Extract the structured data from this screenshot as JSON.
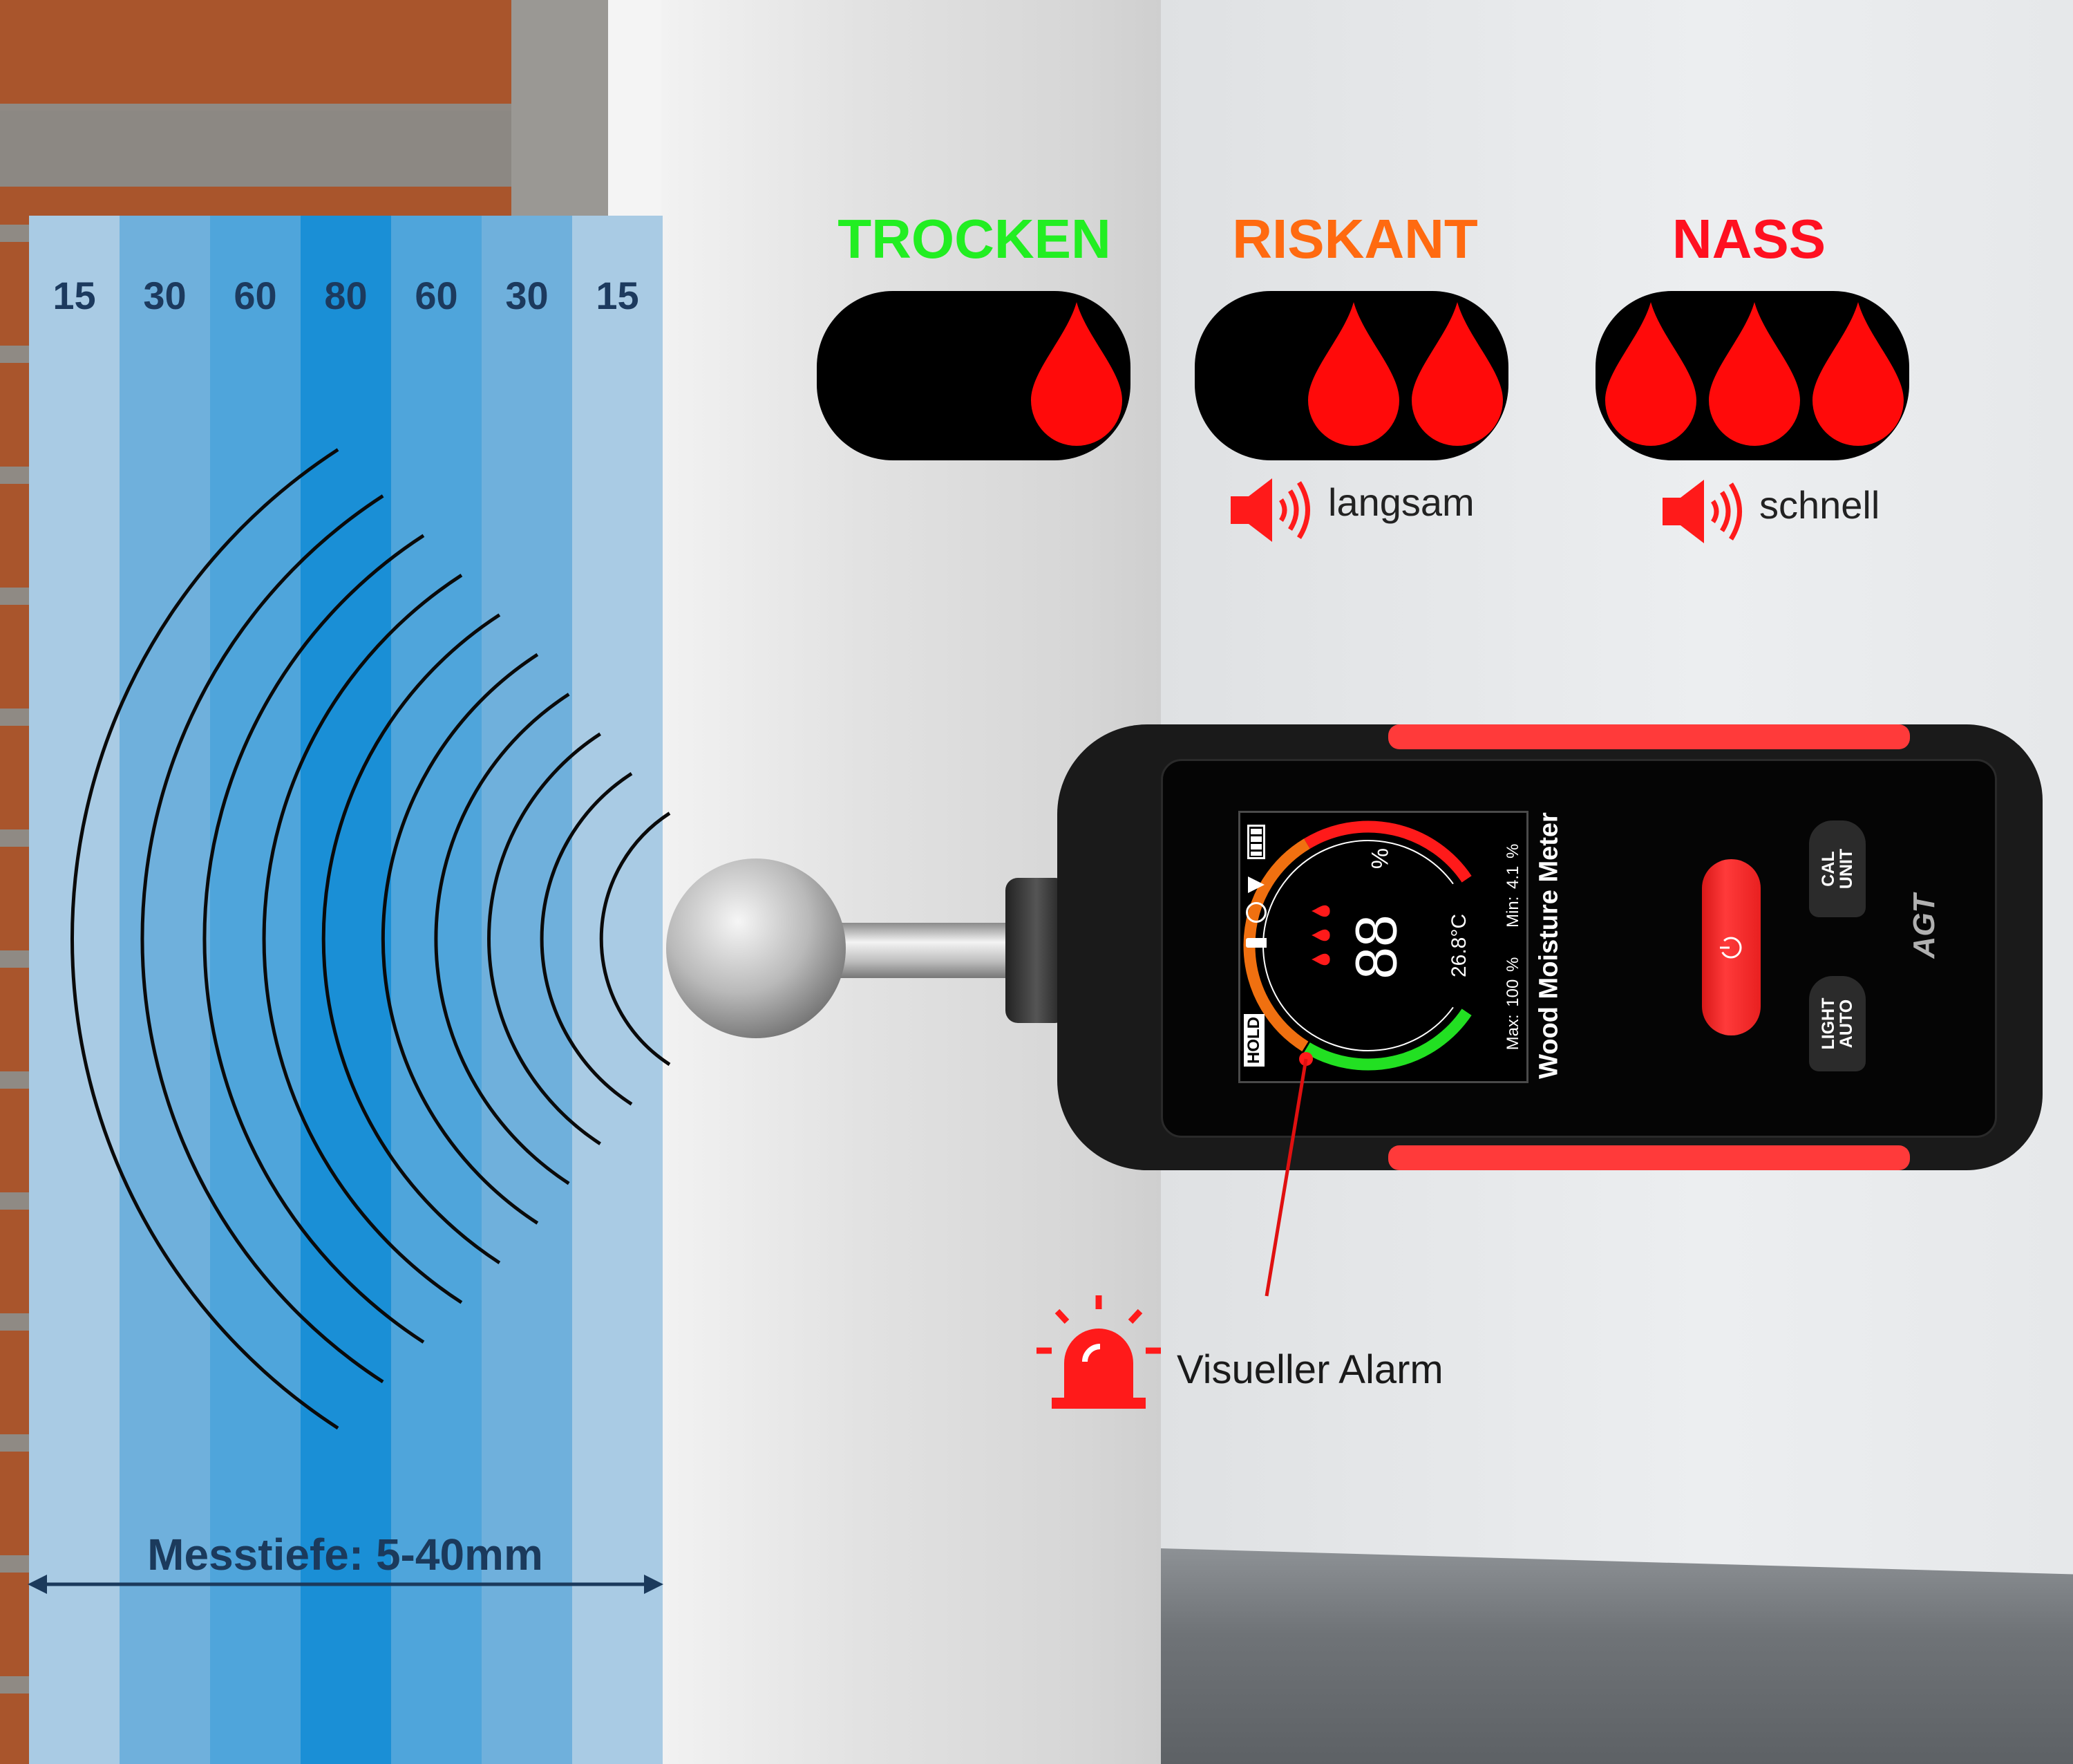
{
  "depth_scale": {
    "labels": [
      "15",
      "30",
      "60",
      "80",
      "60",
      "30",
      "15"
    ],
    "colors": [
      "#a9cbe4",
      "#6fb0dc",
      "#4fa5db",
      "#1a8fd6",
      "#4fa5db",
      "#6fb0dc",
      "#a9cbe4"
    ],
    "depth_label": "Messtiefe: 5-40mm"
  },
  "status": [
    {
      "label": "TROCKEN",
      "color": "#22ee22",
      "drops": 1
    },
    {
      "label": "RISKANT",
      "color": "#ff6a10",
      "drops": 2,
      "sound": "langsam"
    },
    {
      "label": "NASS",
      "color": "#ff1020",
      "drops": 3,
      "sound": "schnell"
    }
  ],
  "meter": {
    "hold": "HOLD",
    "reading": "88",
    "unit": "%",
    "temperature": "26.8°C",
    "max_label": "Max:",
    "max_value": "100 %",
    "min_label": "Min:",
    "min_value": "4.1 %",
    "title": "Wood Moisture Meter",
    "buttons": {
      "cal_unit": [
        "CAL",
        "UNIT"
      ],
      "light_auto": [
        "LIGHT",
        "AUTO"
      ]
    },
    "brand": "AGT",
    "gauge_colors": {
      "dry": "#22e022",
      "risky": "#f07010",
      "wet": "#ff1a1a"
    }
  },
  "alarm": {
    "label": "Visueller Alarm"
  }
}
